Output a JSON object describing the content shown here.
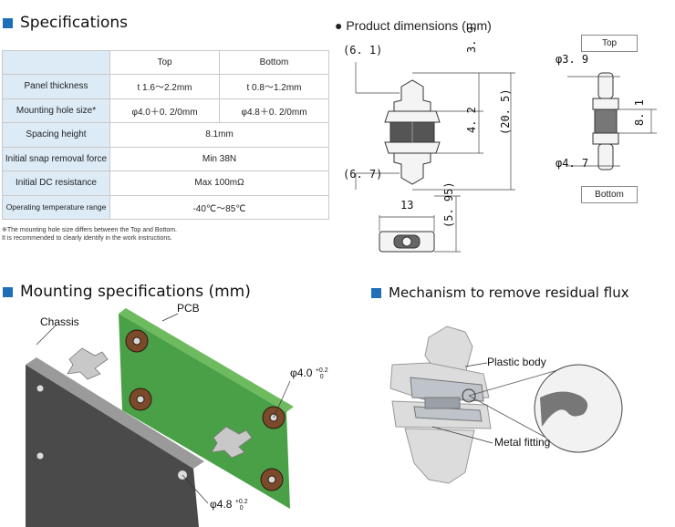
{
  "spec": {
    "title": "Specifications",
    "columns": [
      "Top",
      "Bottom"
    ],
    "rows": [
      {
        "label": "Panel thickness",
        "top": "t 1.6～2.2mm",
        "bottom": "t 0.8～1.2mm"
      },
      {
        "label": "Mounting hole size*",
        "top": "φ4.0＋0. 2/0mm",
        "bottom": "φ4.8＋0. 2/0mm"
      },
      {
        "label": "Spacing height",
        "value": "8.1mm"
      },
      {
        "label": "Initial snap removal force",
        "value": "Min 38N"
      },
      {
        "label": "Initial DC resistance",
        "value": "Max 100mΩ"
      },
      {
        "label": "Operating temperature range",
        "value": "-40℃～85℃"
      }
    ],
    "note1": "※The mounting hole size differs between the Top and Bottom.",
    "note2": "It is recommended to clearly identify in the work instructions."
  },
  "dims": {
    "title": "● Product dimensions (mm)",
    "d_6_1": "(6. 1)",
    "d_6_7": "(6. 7)",
    "d_3_9": "3. 9",
    "d_4_2": "4. 2",
    "d_20_5": "(20. 5)",
    "d_13": "13",
    "d_5_95": "(5. 95)",
    "phi_3_9": "φ3. 9",
    "phi_4_7": "φ4. 7",
    "d_8_1": "8. 1",
    "top_label": "Top",
    "bottom_label": "Bottom"
  },
  "mounting": {
    "title": "Mounting specifications (mm)",
    "chassis": "Chassis",
    "pcb": "PCB",
    "phi_4_0": "φ4.0",
    "tol_4_0_top": "+0.2",
    "tol_4_0_bot": "0",
    "phi_4_8": "φ4.8",
    "tol_4_8_top": "+0.2",
    "tol_4_8_bot": "0"
  },
  "mechanism": {
    "title": "Mechanism to remove residual flux",
    "plastic_body": "Plastic body",
    "metal_fitting": "Metal fitting"
  },
  "colors": {
    "accent": "#1e6fb8",
    "table_label_bg": "#dcebf6",
    "pcb_green": "#4aa047",
    "chassis_dark": "#4a4a4a"
  }
}
